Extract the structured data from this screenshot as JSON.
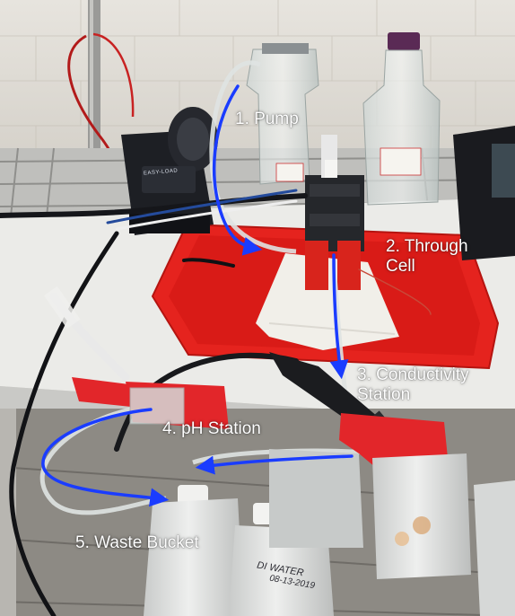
{
  "labels": {
    "pump": "1. Pump",
    "through_cell_line1": "2. Through",
    "through_cell_line2": "Cell",
    "conductivity_line1": "3. Conductivity",
    "conductivity_line2": "Station",
    "ph_station": "4. pH Station",
    "waste_bucket": "5. Waste Bucket"
  },
  "photo_text": {
    "bottle_line1": "DI WATER",
    "bottle_line2": "08-13-2019",
    "pump_brand": "EASY-LOAD"
  },
  "colors": {
    "flow_arrow": "#1a3cff",
    "tray": "#e5231e",
    "tape": "#e2262a",
    "bench": "#e9e9e6",
    "label_text": "#ffffff"
  }
}
